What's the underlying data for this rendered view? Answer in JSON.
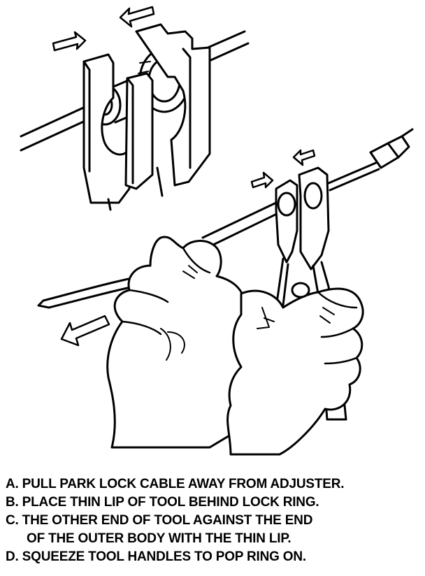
{
  "instructions": {
    "step_a": "A. PULL PARK LOCK CABLE AWAY FROM ADJUSTER.",
    "step_b": "B. PLACE THIN LIP OF TOOL BEHIND LOCK RING.",
    "step_c_line1": "C. THE OTHER END OF TOOL AGAINST THE END",
    "step_c_line2": "OF THE OUTER BODY WITH THE THIN LIP.",
    "step_d": "D. SQUEEZE TOOL HANDLES TO POP RING ON."
  },
  "illustration": {
    "ink_color": "#000000",
    "paper_color": "#ffffff"
  }
}
